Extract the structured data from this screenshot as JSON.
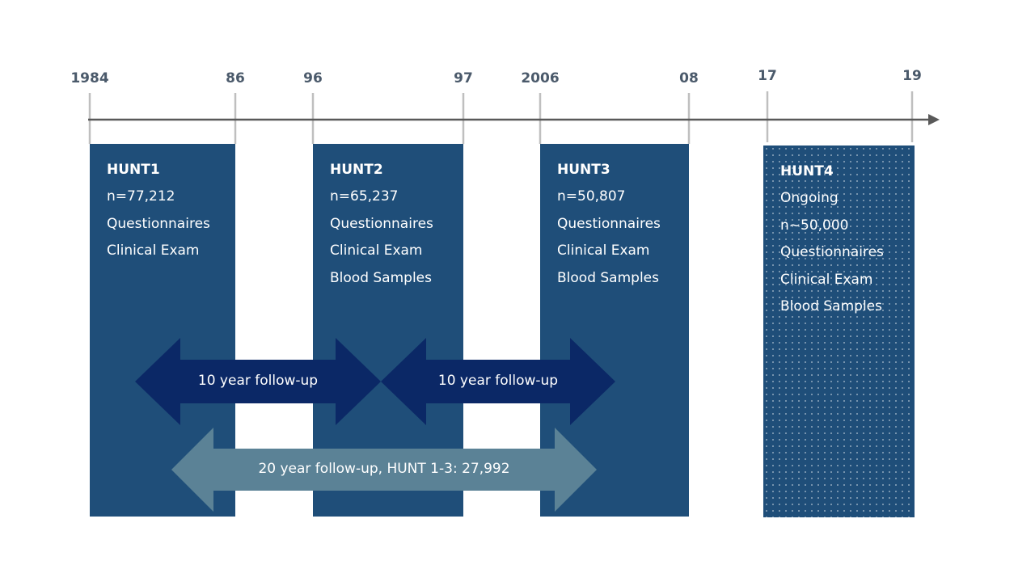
{
  "timeline": {
    "ticks": [
      "1984",
      "86",
      "96",
      "97",
      "2006",
      "08",
      "17",
      "19"
    ],
    "axis_color": "#595959",
    "tick_color": "#bfbfbf",
    "label_color": "#4b5a6b"
  },
  "waves": [
    {
      "title": "HUNT1",
      "lines": [
        "n=77,212",
        "Questionnaires",
        "Clinical Exam"
      ]
    },
    {
      "title": "HUNT2",
      "lines": [
        "n=65,237",
        "Questionnaires",
        "Clinical Exam",
        "Blood Samples"
      ]
    },
    {
      "title": "HUNT3",
      "lines": [
        "n=50,807",
        "Questionnaires",
        "Clinical Exam",
        "Blood Samples"
      ]
    },
    {
      "title": "HUNT4",
      "lines": [
        "Ongoing",
        "n~50,000",
        "Questionnaires",
        "Clinical Exam",
        "Blood Samples"
      ],
      "style": "dotted"
    }
  ],
  "follow_ups": [
    {
      "label": "10 year follow-up",
      "color": "#0b2866"
    },
    {
      "label": "10 year follow-up",
      "color": "#0b2866"
    },
    {
      "label": "20 year follow-up, HUNT 1-3: 27,992",
      "color": "#5b8296"
    }
  ],
  "colors": {
    "wave_fill": "#1f4e79",
    "background": "#ffffff"
  }
}
